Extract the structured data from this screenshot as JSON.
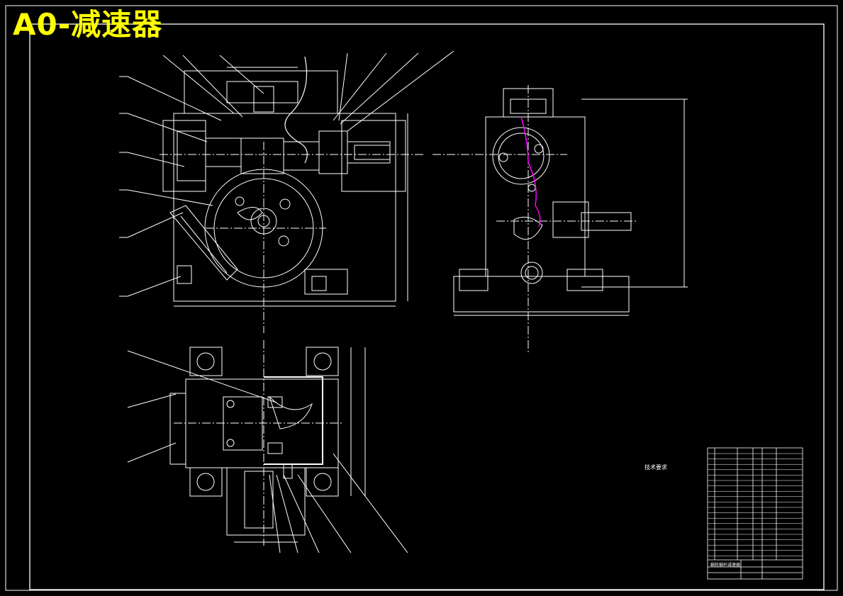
{
  "overlay_title": "A0-减速器",
  "technical_requirements": {
    "heading": "技术要求"
  },
  "title_block": {
    "drawing_name": "蜗轮蜗杆减速器"
  },
  "colors": {
    "background": "#000000",
    "line": "#ffffff",
    "title": "#ffff00",
    "accent_line": "#ff00ff"
  }
}
